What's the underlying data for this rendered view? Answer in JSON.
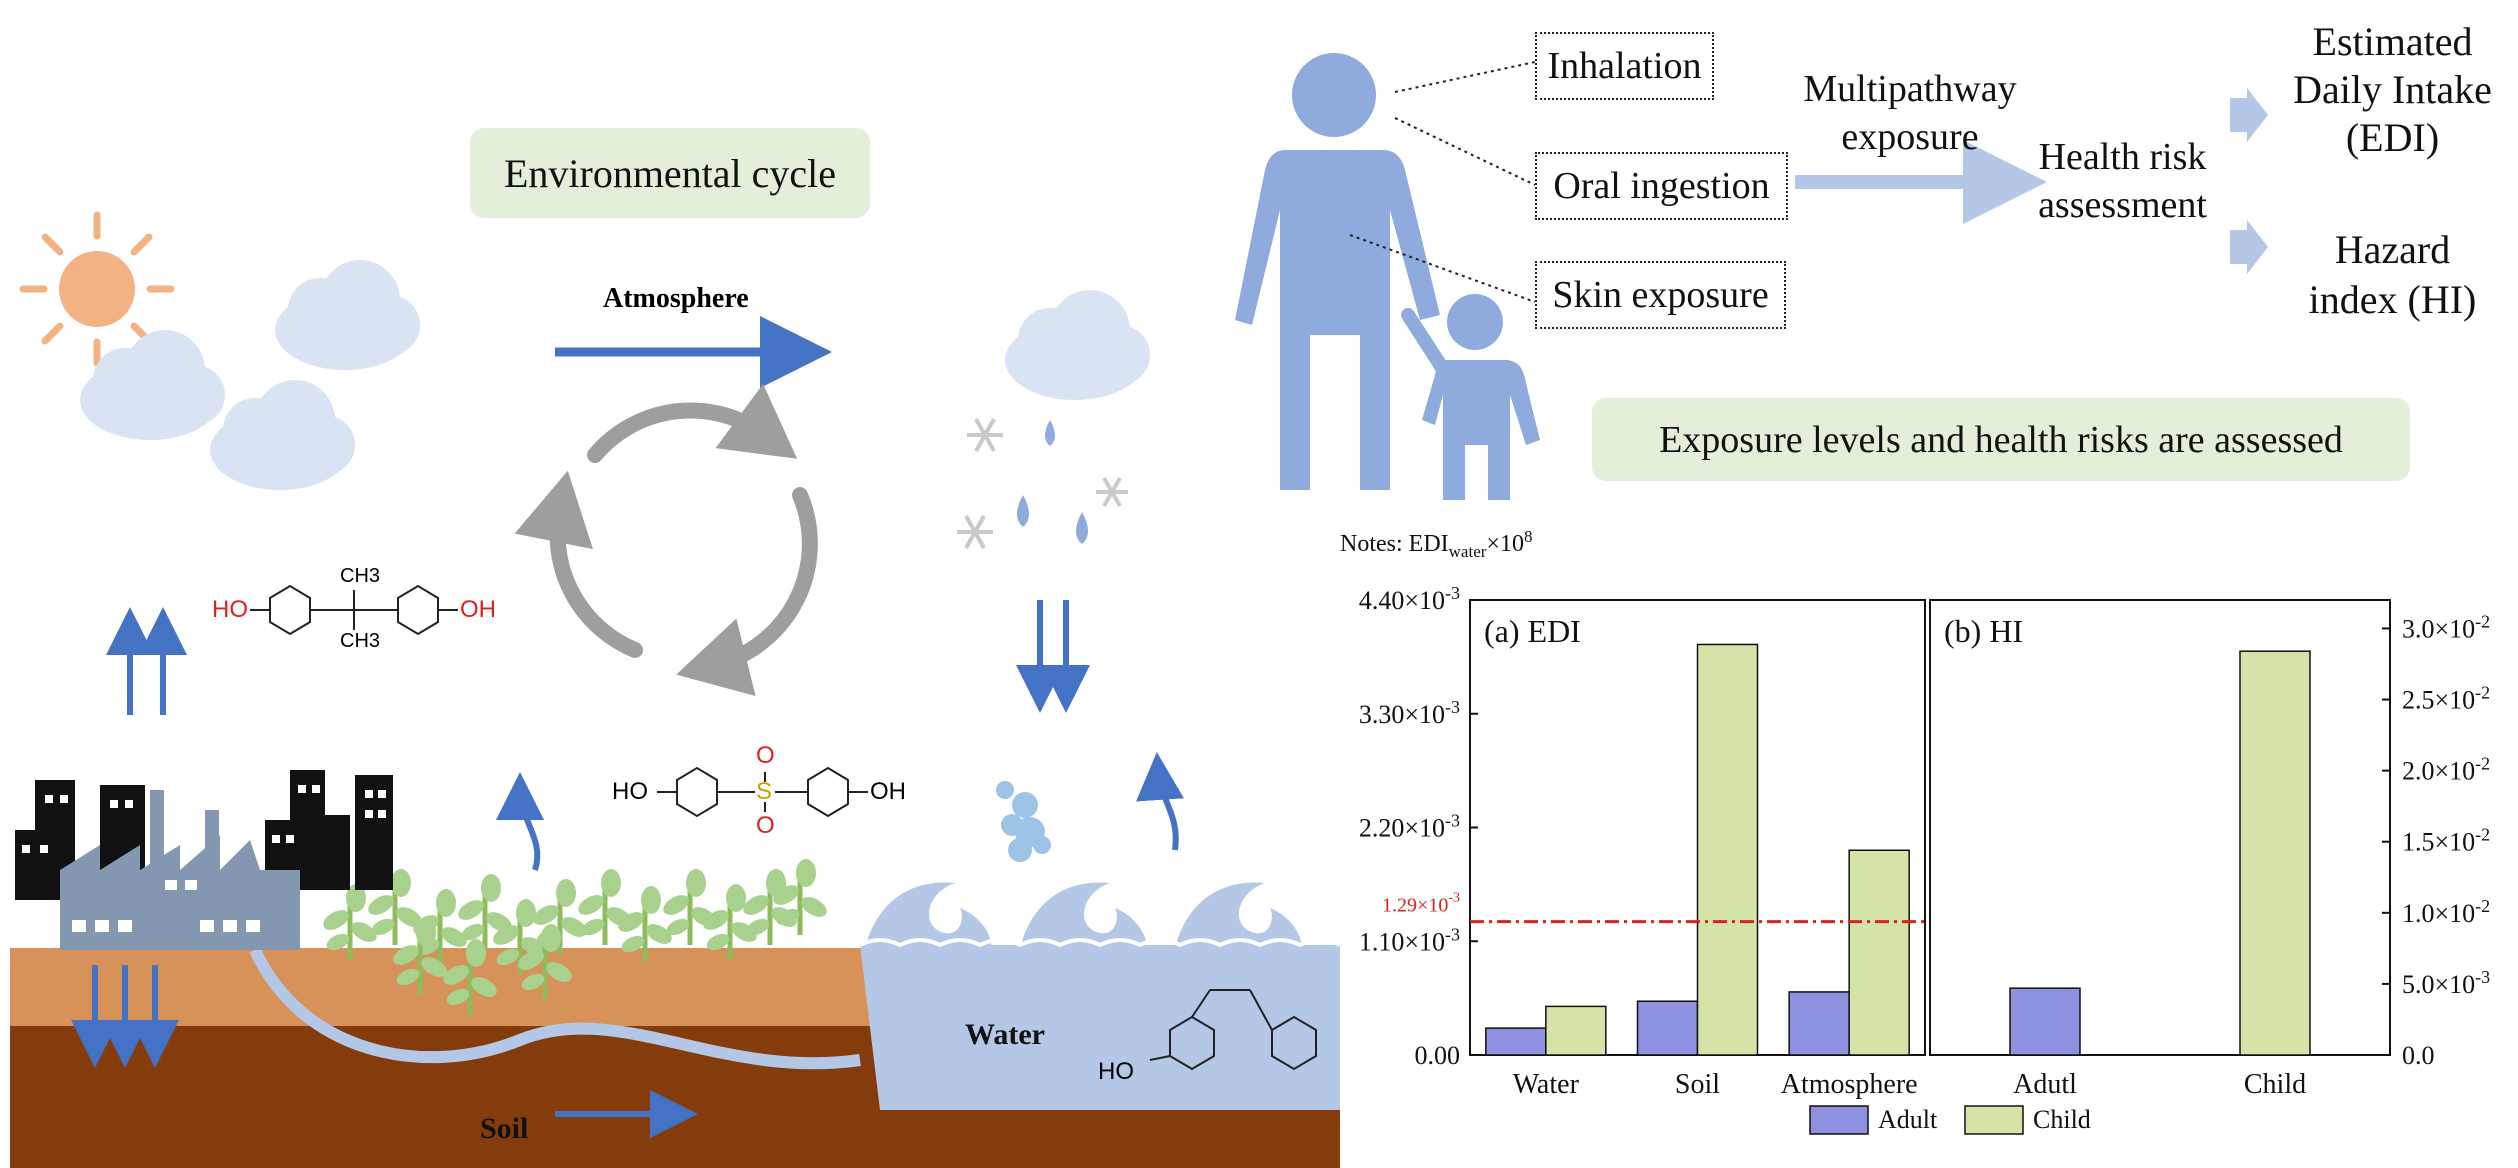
{
  "environment": {
    "title": "Environmental cycle",
    "atmosphere_label": "Atmosphere",
    "water_label": "Water",
    "soil_label": "Soil",
    "molecules": {
      "bpa": {
        "oh_left": "HO",
        "oh_right": "OH",
        "ch3_top": "CH3",
        "ch3_bottom": "CH3"
      },
      "bps": {
        "oh_left": "HO",
        "oh_right": "OH",
        "s": "S",
        "o_top": "O",
        "o_bottom": "O"
      },
      "bpf": {
        "oh": "HO"
      }
    }
  },
  "exposure": {
    "pathways": [
      "Inhalation",
      "Oral ingestion",
      "Skin exposure"
    ],
    "multipathway": [
      "Multipathway",
      "exposure"
    ],
    "health_risk": [
      "Health risk",
      "assessment"
    ],
    "edi": [
      "Estimated",
      "Daily Intake",
      "(EDI)"
    ],
    "hi": [
      "Hazard",
      "index (HI)"
    ],
    "summary": "Exposure levels and health risks are assessed"
  },
  "notes": {
    "prefix": "Notes:",
    "main": "EDI",
    "sub": "water",
    "times": "×10",
    "exp": "8"
  },
  "colors": {
    "adult": "#8e90e0",
    "child": "#d4e4a8",
    "threshold": "#d9231f",
    "person": "#8faadc",
    "arrow": "#4472c4"
  },
  "chart_data": [
    {
      "type": "bar",
      "title": "(a) EDI",
      "categories": [
        "Water",
        "Soil",
        "Atmosphere"
      ],
      "series": [
        {
          "name": "Adult",
          "values": [
            0.00026,
            0.00052,
            0.00061
          ]
        },
        {
          "name": "Child",
          "values": [
            0.00047,
            0.00397,
            0.00198
          ]
        }
      ],
      "ylim": [
        0,
        0.0044
      ],
      "yticks": [
        {
          "value": 0,
          "label": "0.00"
        },
        {
          "value": 0.0011,
          "label": "1.10×10",
          "exp": "-3"
        },
        {
          "value": 0.0022,
          "label": "2.20×10",
          "exp": "-3"
        },
        {
          "value": 0.0033,
          "label": "3.30×10",
          "exp": "-3"
        },
        {
          "value": 0.0044,
          "label": "4.40×10",
          "exp": "-3"
        }
      ],
      "threshold": {
        "value": 0.00129,
        "label": "1.29×10",
        "exp": "-3"
      },
      "grid": false
    },
    {
      "type": "bar",
      "title": "(b) HI",
      "categories": [
        "Adutl",
        "Child"
      ],
      "series": [
        {
          "name": "Adult",
          "values": [
            0.0047,
            0
          ]
        },
        {
          "name": "Child",
          "values": [
            0,
            0.0284
          ]
        }
      ],
      "ylim": [
        0,
        0.032
      ],
      "yaxis_side": "right",
      "yticks": [
        {
          "value": 0,
          "label": "0.0"
        },
        {
          "value": 0.005,
          "label": "5.0×10",
          "exp": "-3"
        },
        {
          "value": 0.01,
          "label": "1.0×10",
          "exp": "-2"
        },
        {
          "value": 0.015,
          "label": "1.5×10",
          "exp": "-2"
        },
        {
          "value": 0.02,
          "label": "2.0×10",
          "exp": "-2"
        },
        {
          "value": 0.025,
          "label": "2.5×10",
          "exp": "-2"
        },
        {
          "value": 0.03,
          "label": "3.0×10",
          "exp": "-2"
        }
      ],
      "grid": false
    }
  ],
  "legend": [
    "Adult",
    "Child"
  ]
}
